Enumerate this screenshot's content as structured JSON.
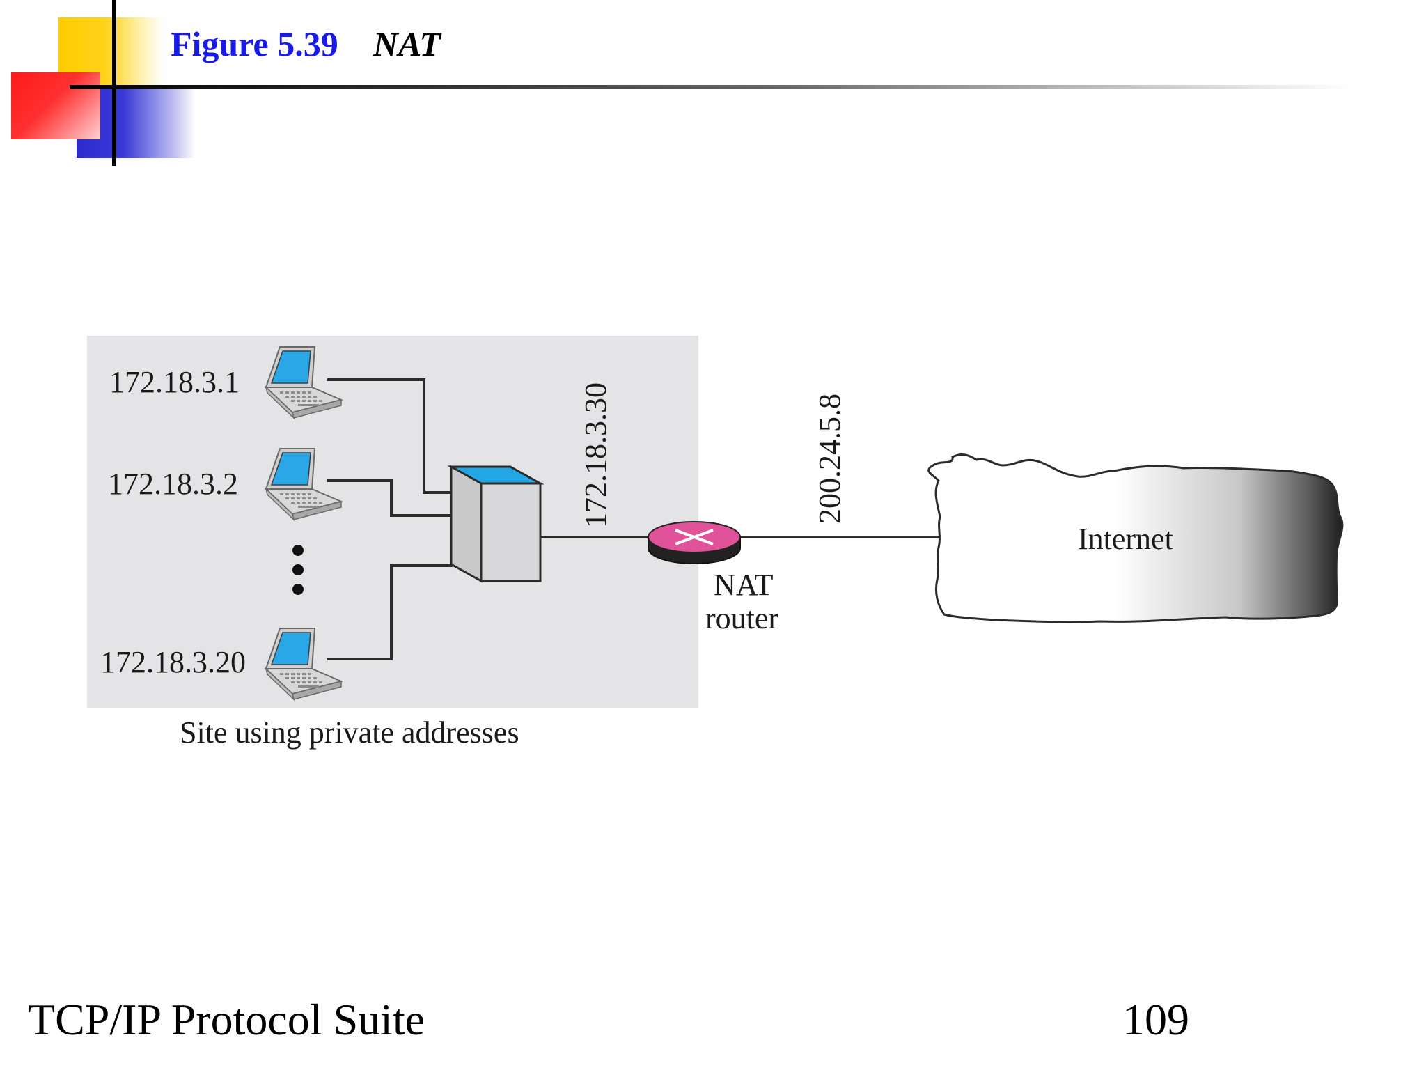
{
  "slide": {
    "figure_number": "Figure 5.39",
    "figure_title": "NAT",
    "footer_title": "TCP/IP Protocol Suite",
    "page_number": "109"
  },
  "diagram": {
    "hosts": [
      {
        "address": "172.18.3.1"
      },
      {
        "address": "172.18.3.2"
      },
      {
        "address": "172.18.3.20"
      }
    ],
    "switch_address": "172.18.3.30",
    "router_public_address": "200.24.5.8",
    "router_label_line1": "NAT",
    "router_label_line2": "router",
    "site_label": "Site using private addresses",
    "cloud_label": "Internet"
  },
  "colors": {
    "title_blue": "#1a1ae6",
    "site_background": "#e4e4e6",
    "router_pink": "#e0529a",
    "laptop_screen": "#2aa7e6",
    "switch_top": "#22a6e4"
  },
  "icons": [
    "laptop-icon",
    "switch-icon",
    "router-icon",
    "cloud-icon",
    "ellipsis-icon"
  ]
}
